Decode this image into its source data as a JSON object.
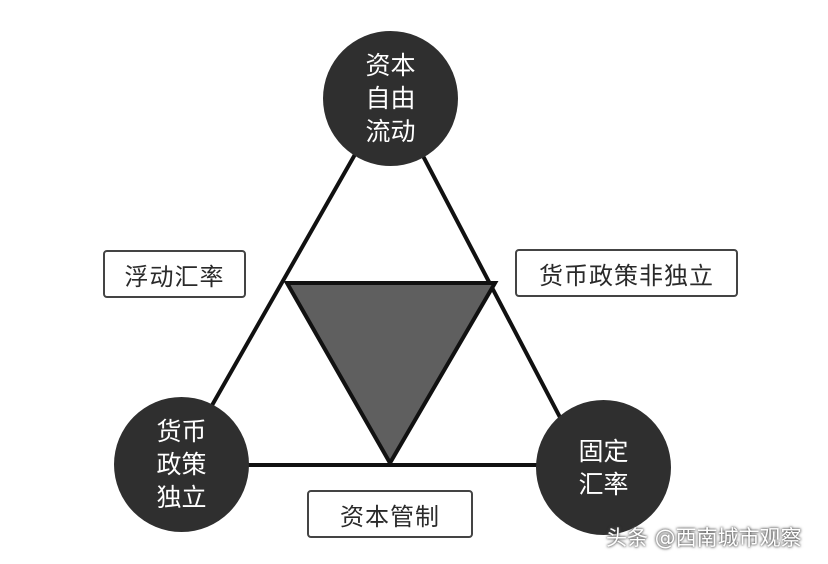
{
  "nodes": {
    "top": [
      "资本",
      "自由",
      "流动"
    ],
    "left": [
      "货币",
      "政策",
      "独立"
    ],
    "right": [
      "固定",
      "汇率"
    ]
  },
  "labels": {
    "left_edge": "浮动汇率",
    "right_edge": "货币政策非独立",
    "bottom_edge": "资本管制"
  },
  "watermark": "头条 @西南城市观察",
  "colors": {
    "node_fill": "#2f2f2f",
    "inner_triangle": "#5f5f5f",
    "line": "#111111"
  }
}
